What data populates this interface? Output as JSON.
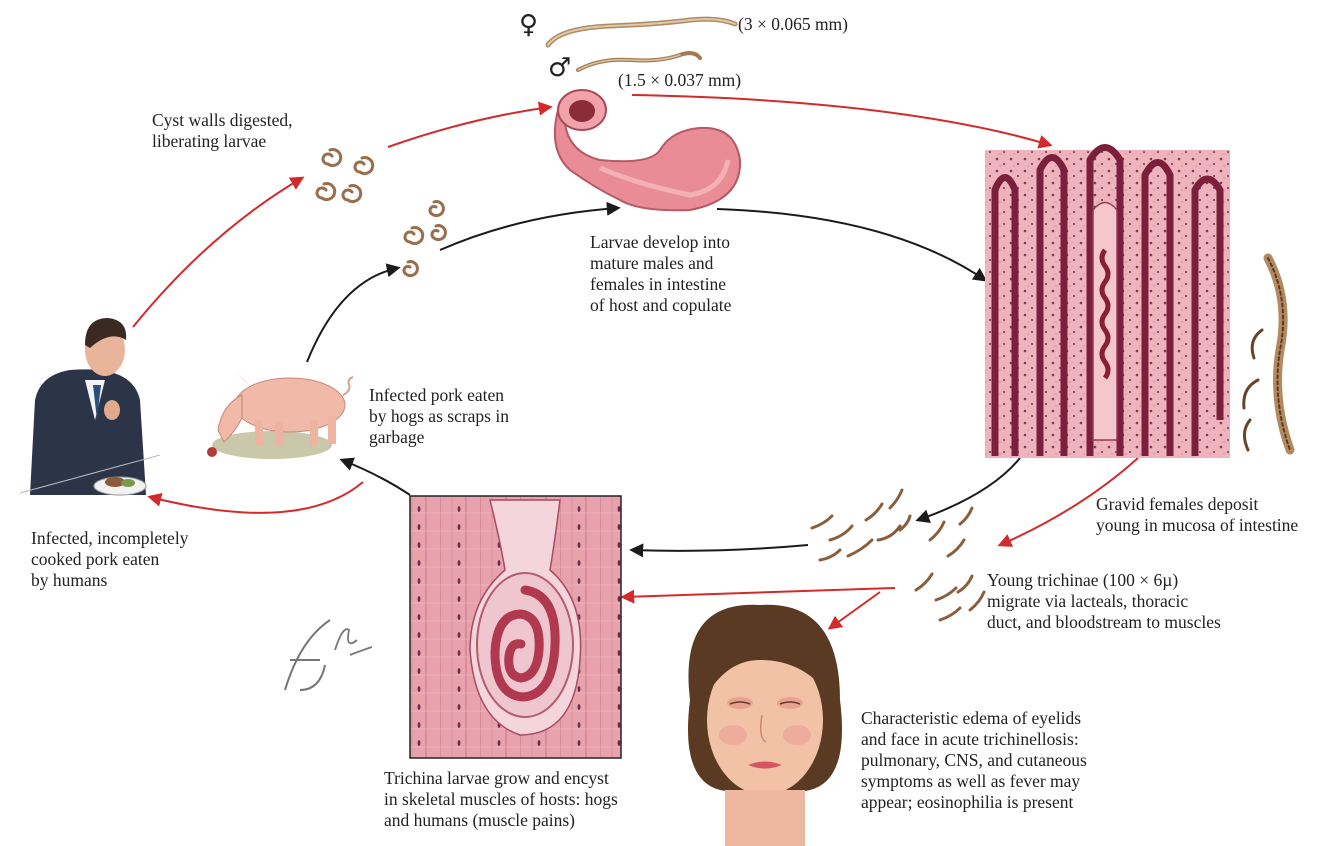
{
  "colors": {
    "red_arrow": "#d32b2b",
    "black_arrow": "#1b1b1b",
    "tissue_pink": "#e9a9b2",
    "tissue_dark": "#7a1f3c",
    "worm_brown": "#9a6e4c"
  },
  "labels": {
    "female_symbol": "♀",
    "male_symbol": "♂",
    "female_size": "(3 × 0.065 mm)",
    "male_size": "(1.5 × 0.037 mm)",
    "cyst_walls": "Cyst walls digested,\nliberating larvae",
    "larvae_develop": "Larvae develop into\nmature males and\nfemales in intestine\nof host and copulate",
    "infected_pork_hogs": "Infected pork eaten\nby hogs as scraps in\ngarbage",
    "infected_humans": "Infected, incompletely\ncooked pork eaten\nby humans",
    "gravid_females": "Gravid females deposit\nyoung in mucosa of intestine",
    "young_trichinae": "Young trichinae (100 × 6µ)\nmigrate via lacteals, thoracic\nduct, and bloodstream to muscles",
    "edema": "Characteristic edema of eyelids\nand face in acute trichinellosis:\npulmonary, CNS, and cutaneous\nsymptoms as well as fever may\nappear; eosinophilia is present",
    "trichina_larvae": "Trichina larvae grow and encyst\nin skeletal muscles of hosts: hogs\nand humans (muscle pains)",
    "signature": "F. Netter M.D."
  }
}
